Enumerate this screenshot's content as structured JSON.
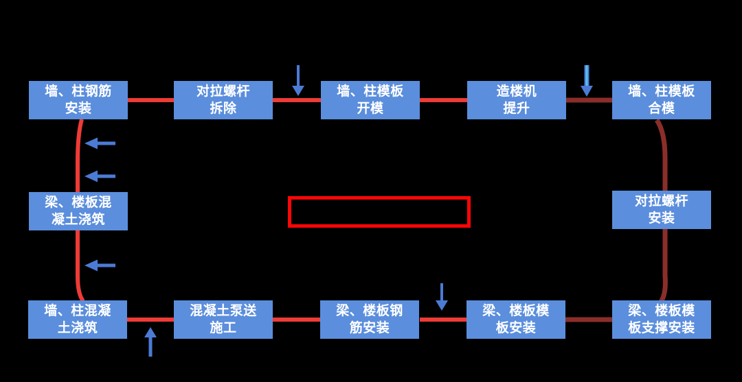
{
  "diagram": {
    "type": "construction-process-flowchart",
    "background": "#000000"
  },
  "colors": {
    "bg": "#000000",
    "box_blue": "#5b8edc",
    "text_white": "#ffffff",
    "line_red": "#ee3b36",
    "line_dark_red": "#8a2e2a",
    "arrow_blue": "#4b7bd5",
    "arrow_cyan": "#53c1ee",
    "highlight_red": "#fd0606"
  },
  "nodes": {
    "top": [
      {
        "id": "wall-column-rebar-install",
        "label": "墙、柱钢筋\n安装"
      },
      {
        "id": "tie-rod-removal",
        "label": "对拉螺杆\n拆除"
      },
      {
        "id": "wall-column-formwork-open",
        "label": "墙、柱模板\n开模"
      },
      {
        "id": "building-machine-lift",
        "label": "造楼机\n提升"
      },
      {
        "id": "wall-column-formwork-close",
        "label": "墙、柱模板\n合模"
      }
    ],
    "middle_left": {
      "id": "beam-slab-concrete-pouring",
      "label": "梁、楼板混\n凝土浇筑"
    },
    "middle_right": {
      "id": "tie-rod-install",
      "label": "对拉螺杆\n安装"
    },
    "bottom": [
      {
        "id": "wall-column-concrete-pouring",
        "label": "墙、柱混凝\n土浇筑"
      },
      {
        "id": "concrete-pumping",
        "label": "混凝土泵送\n施工"
      },
      {
        "id": "beam-slab-rebar-install",
        "label": "梁、楼板钢\n筋安装"
      },
      {
        "id": "beam-slab-formwork-install",
        "label": "梁、楼板模\n板安装"
      },
      {
        "id": "beam-slab-formwork-support-install",
        "label": "梁、楼板模\n板支撑安装"
      }
    ]
  },
  "highlight_box": {
    "label": ""
  },
  "icons": [
    {
      "name": "down-arrow-top-left",
      "direction": "down",
      "color": "#4b7bd5"
    },
    {
      "name": "down-arrow-top-right",
      "direction": "down",
      "color": "#53c1ee"
    },
    {
      "name": "down-arrow-bottom-middle",
      "direction": "down",
      "color": "#4b7bd5"
    },
    {
      "name": "up-arrow-bottom-left",
      "direction": "up",
      "color": "#4b7bd5"
    },
    {
      "name": "left-arrow-1",
      "direction": "left",
      "color": "#4b7bd5"
    },
    {
      "name": "left-arrow-2",
      "direction": "left",
      "color": "#4b7bd5"
    },
    {
      "name": "left-arrow-3",
      "direction": "left",
      "color": "#4b7bd5"
    }
  ]
}
